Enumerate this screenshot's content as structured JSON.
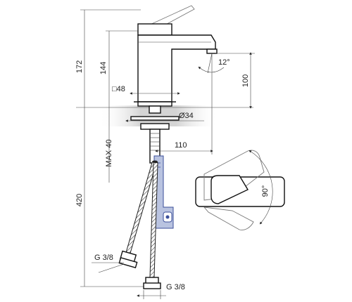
{
  "dimensions": {
    "total_height": "172",
    "spout_body_height": "144",
    "spout_outlet_height": "100",
    "spout_angle": "12°",
    "base_size": "□48",
    "hole_diameter": "Ø34",
    "spout_reach": "110",
    "deck_thickness": "MAX 40",
    "hose_length": "420",
    "hose_thread_left": "G 3/8",
    "hose_thread_right": "G 3/8",
    "lever_rotation": "90°"
  },
  "colors": {
    "line": "#1a1a1a",
    "deck": "#d8d8d8",
    "mount_bracket": "#b9c3e0",
    "mount_bracket_stroke": "#3b4f9a"
  }
}
